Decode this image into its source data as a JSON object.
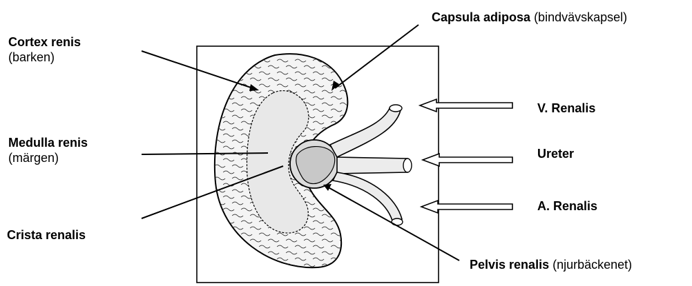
{
  "labels": {
    "cortex": {
      "name": "Cortex renis",
      "desc": "(barken)"
    },
    "medulla": {
      "name": "Medulla renis",
      "desc": "(märgen)"
    },
    "crista": {
      "name": "Crista renalis"
    },
    "capsula": {
      "name": "Capsula adiposa",
      "desc": "(bindvävskapsel)"
    },
    "vena": {
      "name": "V. Renalis"
    },
    "ureter": {
      "name": "Ureter"
    },
    "arteria": {
      "name": "A. Renalis"
    },
    "pelvis": {
      "name": "Pelvis renalis",
      "desc": "(njurbäckenet)"
    }
  },
  "colors": {
    "line": "#000000",
    "background": "#ffffff"
  }
}
